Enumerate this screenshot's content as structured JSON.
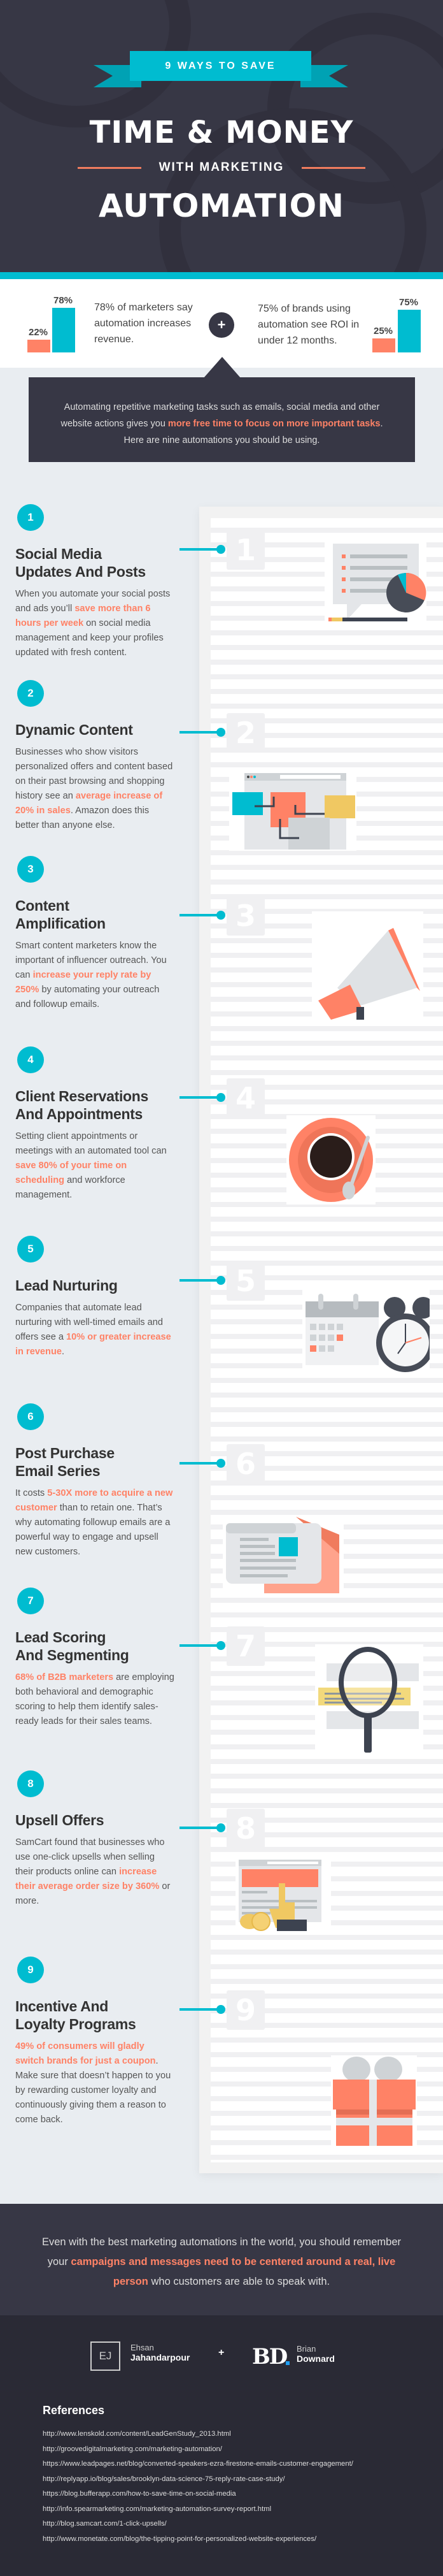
{
  "header": {
    "ribbon": "9 WAYS TO SAVE",
    "title_line1": "TIME & MONEY",
    "title_line2": "WITH MARKETING",
    "title_line3": "AUTOMATION"
  },
  "colors": {
    "dark": "#373745",
    "teal": "#00bcd0",
    "coral": "#ff8266",
    "background": "#e9edf1"
  },
  "stats": [
    {
      "bars": [
        {
          "label": "22%",
          "value": 22,
          "color": "#ff8266"
        },
        {
          "label": "78%",
          "value": 78,
          "color": "#00bcd0"
        }
      ],
      "text": "78% of marketers say automation increases revenue."
    },
    {
      "bars": [
        {
          "label": "25%",
          "value": 25,
          "color": "#ff8266"
        },
        {
          "label": "75%",
          "value": 75,
          "color": "#00bcd0"
        }
      ],
      "text": "75% of brands using automation see ROI in under 12 months."
    }
  ],
  "plus_icon": "plus-icon",
  "callout": [
    {
      "text": "Automating repetitive marketing tasks such as emails, social media and other website actions gives you "
    },
    {
      "text": "more free time to focus on more important tasks",
      "hl": true
    },
    {
      "text": ". Here are nine automations you should be using."
    }
  ],
  "sections": [
    {
      "number": "1",
      "title_lines": [
        "Social Media",
        "Updates And Posts"
      ],
      "illustration": "chat-pie-chart-icon",
      "desc": [
        {
          "text": "When you automate your social posts and ads you’ll "
        },
        {
          "text": "save more than 6 hours per week",
          "hl": true
        },
        {
          "text": " on social media management and keep your profiles updated with fresh content."
        }
      ]
    },
    {
      "number": "2",
      "title_lines": [
        "Dynamic Content"
      ],
      "illustration": "browser-documents-icon",
      "desc": [
        {
          "text": "Businesses who show visitors personalized offers and content based on their past browsing and shopping history see an "
        },
        {
          "text": "average increase of 20% in sales",
          "hl": true
        },
        {
          "text": ". Amazon does this better than anyone else."
        }
      ]
    },
    {
      "number": "3",
      "title_lines": [
        "Content",
        "Amplification"
      ],
      "illustration": "megaphone-icon",
      "desc": [
        {
          "text": "Smart content marketers know the important of influencer outreach. You can "
        },
        {
          "text": "increase your reply rate by 250%",
          "hl": true
        },
        {
          "text": " by automating your outreach and followup emails."
        }
      ]
    },
    {
      "number": "4",
      "title_lines": [
        "Client Reservations",
        "And Appointments"
      ],
      "illustration": "coffee-cup-icon",
      "desc": [
        {
          "text": "Setting client appointments or meetings with an automated tool can "
        },
        {
          "text": "save 80% of your time on scheduling",
          "hl": true
        },
        {
          "text": " and workforce management."
        }
      ]
    },
    {
      "number": "5",
      "title_lines": [
        "Lead Nurturing"
      ],
      "illustration": "calendar-clock-icon",
      "desc": [
        {
          "text": "Companies that automate lead nurturing with well-timed emails and offers see a "
        },
        {
          "text": "10% or greater increase in revenue",
          "hl": true
        },
        {
          "text": "."
        }
      ]
    },
    {
      "number": "6",
      "title_lines": [
        "Post Purchase",
        "Email Series"
      ],
      "illustration": "newsletter-envelope-icon",
      "desc": [
        {
          "text": "It costs "
        },
        {
          "text": "5-30X more to acquire a new customer",
          "hl": true
        },
        {
          "text": " than to retain one. That’s why automating followup emails are a powerful way to engage and upsell new customers."
        }
      ]
    },
    {
      "number": "7",
      "title_lines": [
        "Lead Scoring",
        "And Segmenting"
      ],
      "illustration": "magnifying-glass-icon",
      "desc": [
        {
          "text": "68% of B2B marketers",
          "hl": true
        },
        {
          "text": " are employing both behavioral and demographic scoring to help them identify sales-ready leads for their sales teams."
        }
      ]
    },
    {
      "number": "8",
      "title_lines": [
        "Upsell Offers"
      ],
      "illustration": "click-upsell-coins-icon",
      "desc": [
        {
          "text": "SamCart found that businesses who use one-click upsells when selling their products online can "
        },
        {
          "text": "increase their average order size by 360%",
          "hl": true
        },
        {
          "text": " or more."
        }
      ]
    },
    {
      "number": "9",
      "title_lines": [
        "Incentive And",
        "Loyalty Programs"
      ],
      "illustration": "gift-box-icon",
      "desc": [
        {
          "text": "49% of consumers will gladly switch brands for just a coupon",
          "hl": true
        },
        {
          "text": ". Make sure that doesn’t happen to you by rewarding customer loyalty and continuously giving them a reason to come back."
        }
      ]
    }
  ],
  "closing": [
    {
      "text": "Even with the best marketing automations in the world, you should remember your "
    },
    {
      "text": "campaigns and messages need to be centered around a real, live person",
      "hl": true
    },
    {
      "text": " who customers are able to speak with."
    }
  ],
  "authors": {
    "ej_logo": "EJ",
    "ej_first": "Ehsan",
    "ej_last": "Jahandarpour",
    "plus": "+",
    "bd_logo": "BD",
    "bd_first": "Brian",
    "bd_last": "Downard"
  },
  "references": {
    "title": "References",
    "items": [
      "http://www.lenskold.com/content/LeadGenStudy_2013.html",
      "http://groovedigitalmarketing.com/marketing-automation/",
      "https://www.leadpages.net/blog/converted-speakers-ezra-firestone-emails-customer-engagement/",
      "http://replyapp.io/blog/sales/brooklyn-data-science-75-reply-rate-case-study/",
      "https://blog.bufferapp.com/how-to-save-time-on-social-media",
      "http://info.spearmarketing.com/marketing-automation-survey-report.html",
      "http://blog.samcart.com/1-click-upsells/",
      "http://www.monetate.com/blog/the-tipping-point-for-personalized-website-experiences/"
    ]
  }
}
